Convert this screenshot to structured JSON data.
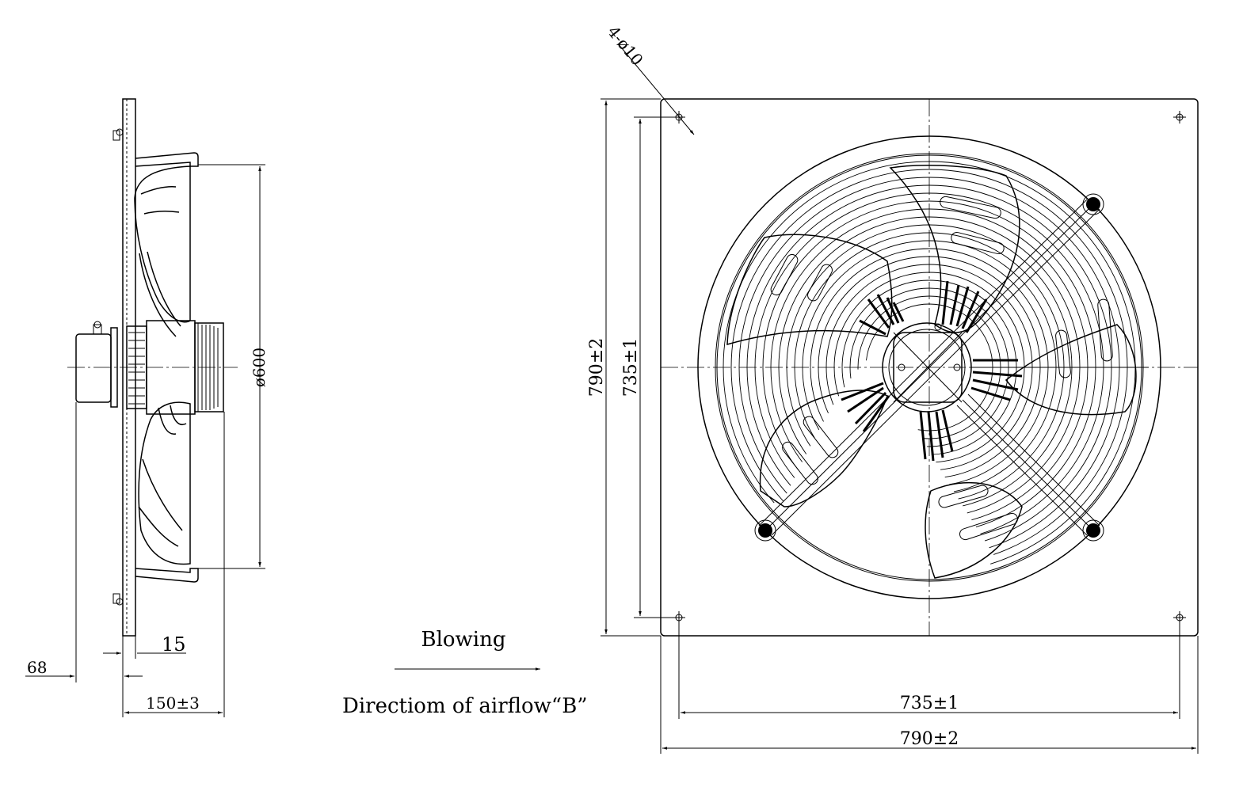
{
  "side_view": {
    "diameter_label": "ø600",
    "flange_label": "15",
    "overhang_label": "68",
    "depth_label": "150±3"
  },
  "front_view": {
    "hole_label": "4-ø10",
    "height_outer_label": "790±2",
    "height_inner_label": "735±1",
    "width_inner_label": "735±1",
    "width_outer_label": "790±2"
  },
  "airflow": {
    "mode_label": "Blowing",
    "direction_label": "Directiom of airflow“B”"
  }
}
